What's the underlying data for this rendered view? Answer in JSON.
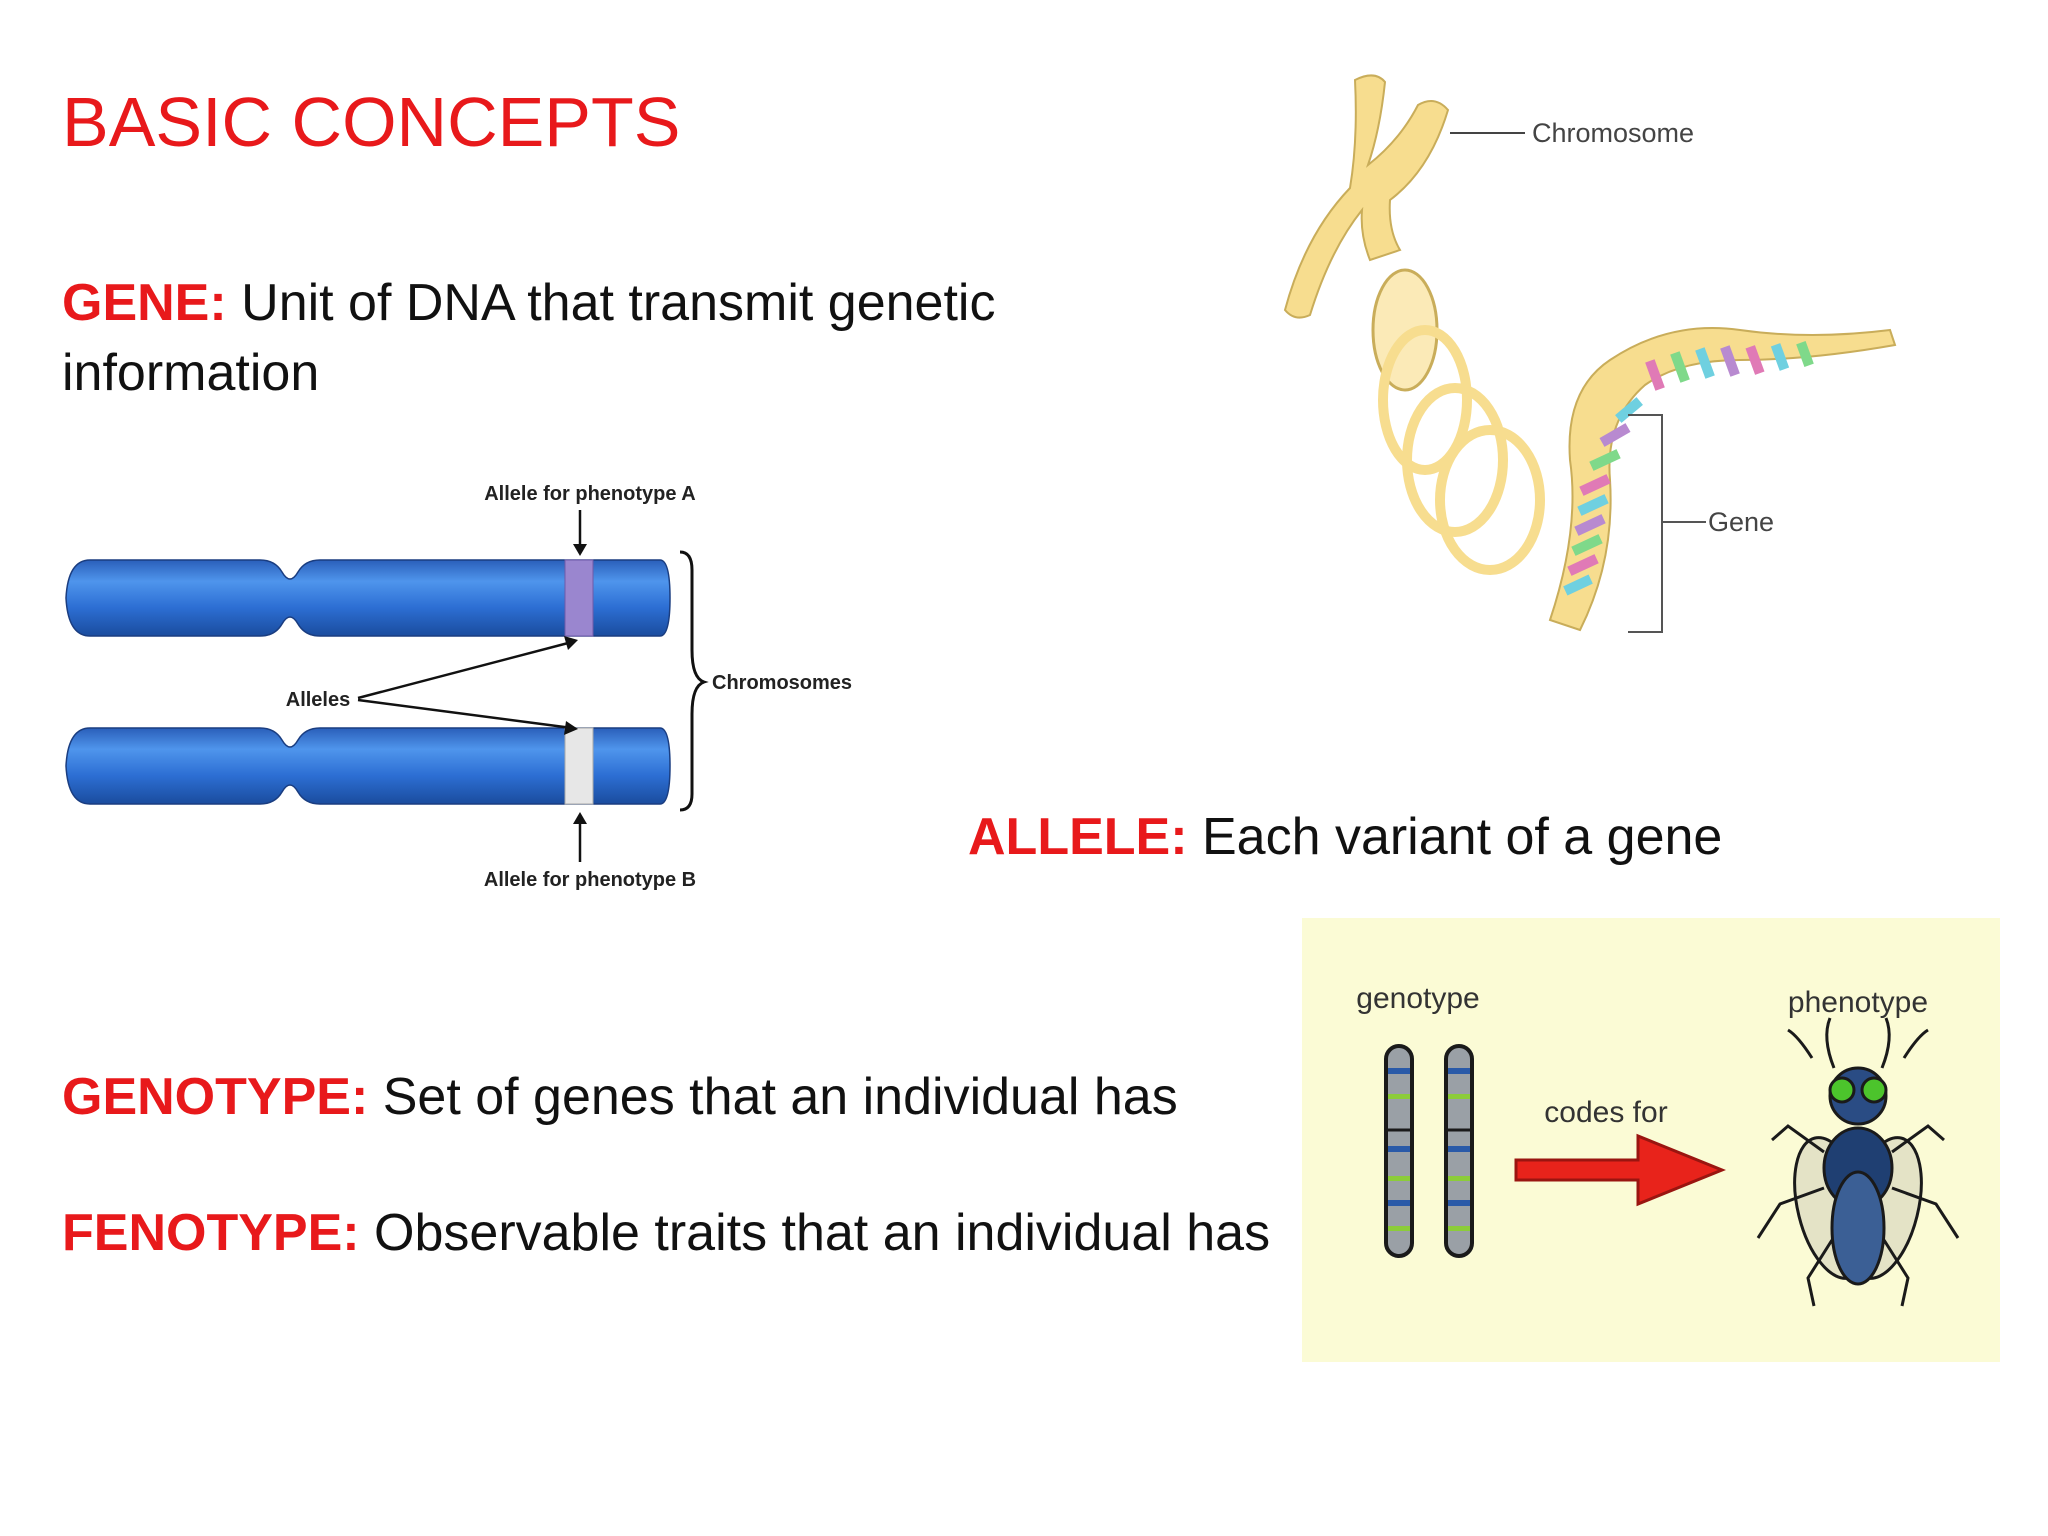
{
  "slide": {
    "title": "BASIC CONCEPTS"
  },
  "definitions": {
    "gene": {
      "term": "GENE:",
      "text": " Unit of DNA that transmit genetic information"
    },
    "allele": {
      "term": "ALLELE:",
      "text": " Each variant of a gene"
    },
    "genotype": {
      "term": "GENOTYPE:",
      "text": " Set of genes that an individual has"
    },
    "fenotype": {
      "term": "FENOTYPE:",
      "text": " Observable traits that an individual has"
    }
  },
  "allele_diagram": {
    "label_top": "Allele for phenotype A",
    "label_bottom": "Allele for phenotype B",
    "label_alleles": "Alleles",
    "label_chromosomes": "Chromosomes"
  },
  "dna_diagram": {
    "label_chromosome": "Chromosome",
    "label_gene": "Gene"
  },
  "genotype_diagram": {
    "label_genotype": "genotype",
    "label_phenotype": "phenotype",
    "label_codes_for": "codes for"
  },
  "colors": {
    "accent_red": "#e8191b",
    "chromosome_blue": "#2f6fd0",
    "panel_yellow": "#fbfbd5",
    "dna_ribbon": "#f7dd8f"
  }
}
